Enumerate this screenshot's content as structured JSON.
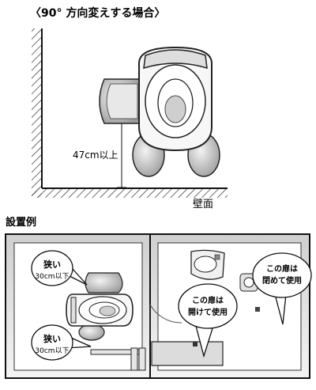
{
  "top": {
    "title": "〈90° 方向変えする場合〉",
    "dimension_label": "47cm以上",
    "wall_label": "壁面"
  },
  "bottom": {
    "section_title": "設置例",
    "narrow_top": {
      "big": "狭い",
      "small": "30cm以下"
    },
    "narrow_bottom": {
      "big": "狭い",
      "small": "30cm以下"
    },
    "door_open": {
      "line1": "この扉は",
      "line2": "開けて使用"
    },
    "door_closed": {
      "line1": "この扉は",
      "line2": "閉めて使用"
    }
  }
}
